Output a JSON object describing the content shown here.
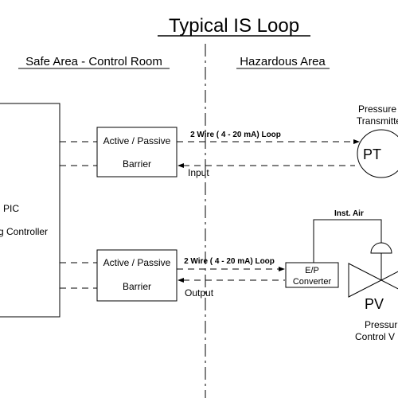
{
  "title": "Typical IS Loop",
  "areas": {
    "safe": "Safe Area - Control Room",
    "hazardous": "Hazardous Area"
  },
  "controller": {
    "line1": "PIC",
    "line2": "g Controller"
  },
  "barrier_top": {
    "line1": "Active / Passive",
    "line2": "Barrier"
  },
  "barrier_bottom": {
    "line1": "Active / Passive",
    "line2": "Barrier"
  },
  "loop_top_label": "2 Wire ( 4 - 20 mA) Loop",
  "loop_bottom_label": "2 Wire ( 4 - 20 mA) Loop",
  "input_label": "Input",
  "output_label": "Output",
  "transmitter": {
    "symbol": "PT",
    "caption1": "Pressure",
    "caption2": "Transmitter"
  },
  "converter": {
    "line1": "E/P",
    "line2": "Converter"
  },
  "inst_air": "Inst. Air",
  "valve": {
    "symbol": "PV",
    "caption1": "Pressur",
    "caption2": "Control V"
  }
}
